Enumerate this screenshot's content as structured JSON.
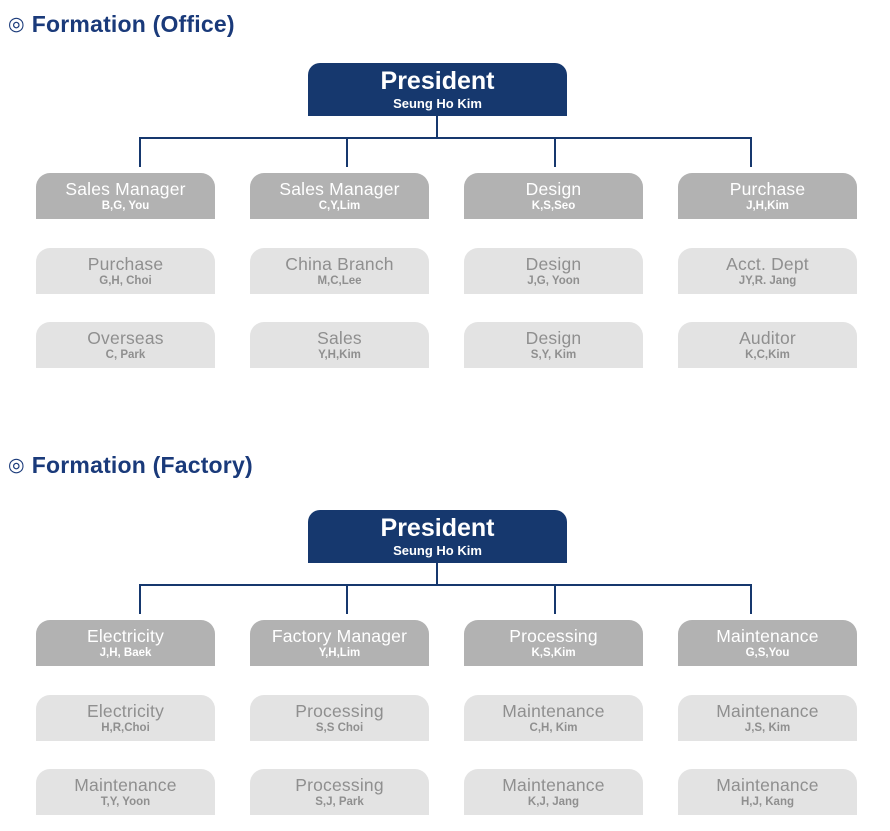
{
  "colors": {
    "navy": "#16386e",
    "section_title_text": "#1a3a7a",
    "manager_box_bg": "#b2b2b2",
    "manager_box_text": "#ffffff",
    "dept_box_bg": "#e3e3e3",
    "dept_box_text": "#8f8f8f"
  },
  "icons": {
    "section_bullet": "◎"
  },
  "sections": {
    "office": {
      "bullet": "◎",
      "title": "Formation (Office)",
      "president": {
        "title": "President",
        "name": "Seung Ho Kim"
      },
      "row1": [
        {
          "title": "Sales Manager",
          "name": "B,G, You"
        },
        {
          "title": "Sales Manager",
          "name": "C,Y,Lim"
        },
        {
          "title": "Design",
          "name": "K,S,Seo"
        },
        {
          "title": "Purchase",
          "name": "J,H,Kim"
        }
      ],
      "row2": [
        {
          "title": "Purchase",
          "name": "G,H, Choi"
        },
        {
          "title": "China Branch",
          "name": "M,C,Lee"
        },
        {
          "title": "Design",
          "name": "J,G, Yoon"
        },
        {
          "title": "Acct. Dept",
          "name": "JY,R. Jang"
        }
      ],
      "row3": [
        {
          "title": "Overseas",
          "name": "C, Park"
        },
        {
          "title": "Sales",
          "name": "Y,H,Kim"
        },
        {
          "title": "Design",
          "name": "S,Y, Kim"
        },
        {
          "title": "Auditor",
          "name": "K,C,Kim"
        }
      ]
    },
    "factory": {
      "bullet": "◎",
      "title": "Formation (Factory)",
      "president": {
        "title": "President",
        "name": "Seung Ho Kim"
      },
      "row1": [
        {
          "title": "Electricity",
          "name": "J,H, Baek"
        },
        {
          "title": "Factory Manager",
          "name": "Y,H,Lim"
        },
        {
          "title": "Processing",
          "name": "K,S,Kim"
        },
        {
          "title": "Maintenance",
          "name": "G,S,You"
        }
      ],
      "row2": [
        {
          "title": "Electricity",
          "name": "H,R,Choi"
        },
        {
          "title": "Processing",
          "name": "S,S Choi"
        },
        {
          "title": "Maintenance",
          "name": "C,H, Kim"
        },
        {
          "title": "Maintenance",
          "name": "J,S, Kim"
        }
      ],
      "row3": [
        {
          "title": "Maintenance",
          "name": "T,Y, Yoon"
        },
        {
          "title": "Processing",
          "name": "S,J, Park"
        },
        {
          "title": "Maintenance",
          "name": "K,J, Jang"
        },
        {
          "title": "Maintenance",
          "name": "H,J, Kang"
        }
      ]
    }
  }
}
